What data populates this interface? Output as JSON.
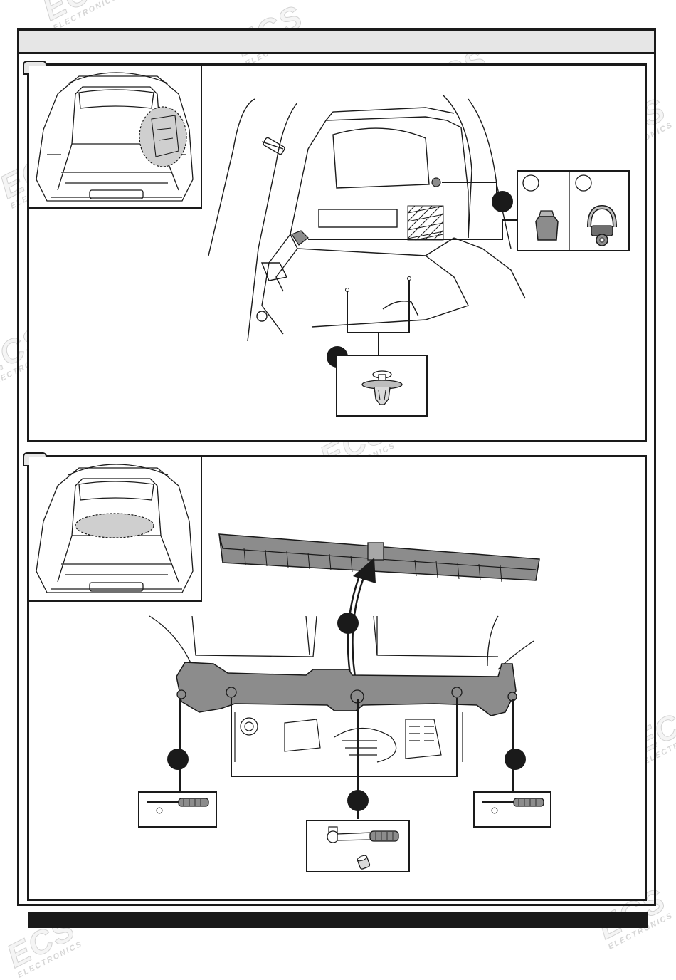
{
  "watermark": {
    "brand": "ECS",
    "tagline": "ELECTRONICS"
  },
  "step1": {
    "callout_a": {
      "options": [
        "cap",
        "hook"
      ]
    },
    "callout_b": {
      "part": "push-clip"
    }
  },
  "step2": {
    "tools": [
      "screwdriver",
      "screwdriver",
      "ratchet-socket"
    ]
  },
  "colors": {
    "ink": "#1a1a1a",
    "header_fill": "#e6e6e6",
    "trim_fill": "#8c8c8c",
    "watermark": "#c8c8c8"
  }
}
